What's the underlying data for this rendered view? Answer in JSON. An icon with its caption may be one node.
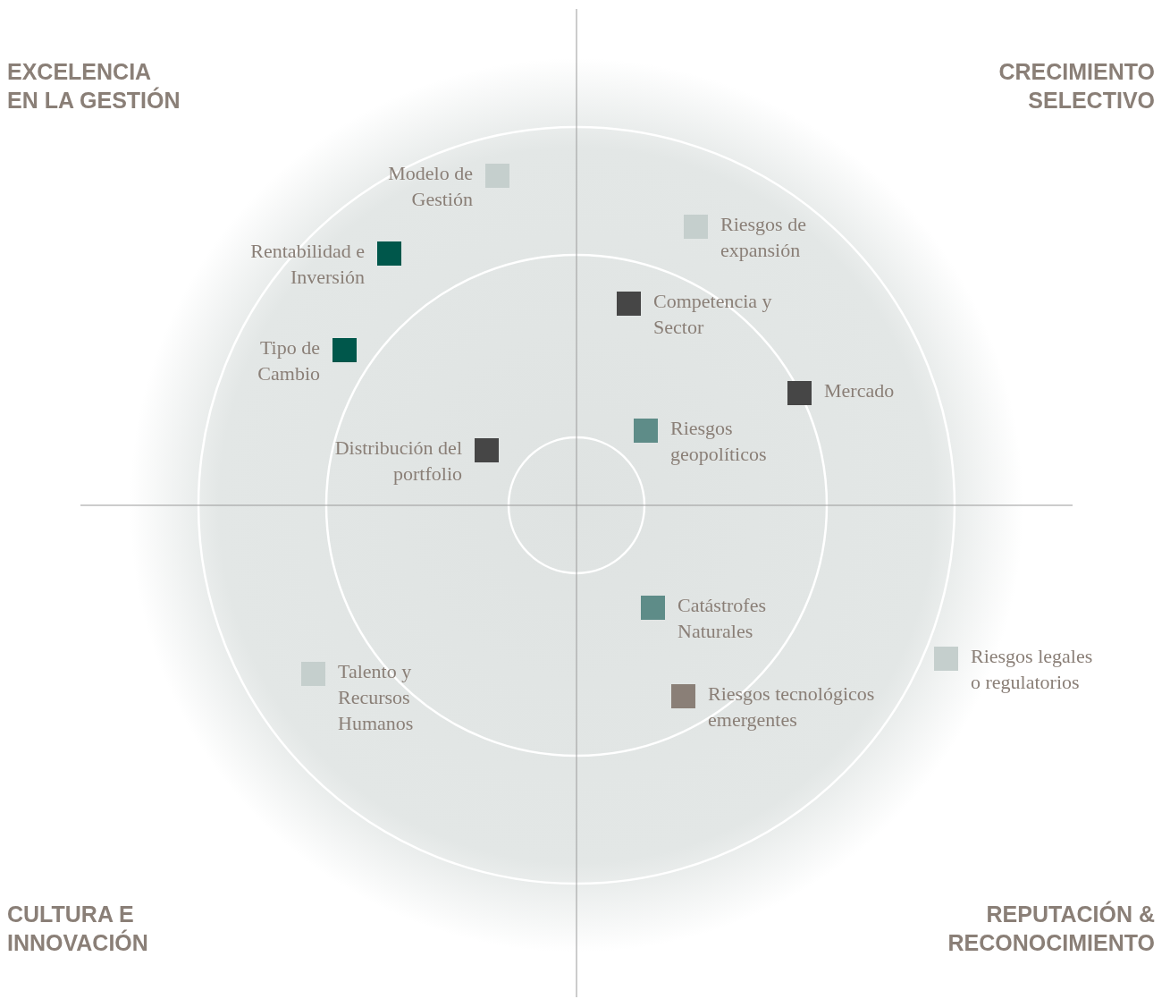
{
  "diagram": {
    "nodes": [
      {
        "text": [],
        "shape": "box",
        "beside": [
          "Modelo de Gestión"
        ]
      },
      {
        "text": [],
        "shape": "box",
        "beside": [
          "Riesgos de expansión"
        ]
      },
      {
        "text": [],
        "shape": "box",
        "beside": [
          "Rentabilidad e Inversión"
        ]
      },
      {
        "text": [],
        "shape": "box",
        "beside": [
          "Competencia y Sector"
        ]
      },
      {
        "text": [],
        "shape": "box",
        "beside": [
          "Tipo de Cambio"
        ]
      },
      {
        "text": [],
        "shape": "box",
        "beside": [
          "Mercado"
        ]
      },
      {
        "text": [],
        "shape": "box",
        "beside": [
          "Riesgos geopolíticos"
        ]
      },
      {
        "text": [],
        "shape": "box",
        "beside": [
          "Distribución del portfolio"
        ]
      },
      {
        "text": [],
        "shape": "box",
        "beside": [
          "Catástrofes Naturales"
        ]
      },
      {
        "text": [],
        "shape": "box",
        "beside": [
          "Riesgos legales o regulatorios"
        ]
      },
      {
        "text": [],
        "shape": "box",
        "beside": [
          "Talento y Recursos Humanos"
        ]
      },
      {
        "text": [],
        "shape": "box",
        "beside": [
          "Riesgos tecnológicos emergentes"
        ]
      }
    ],
    "edges": [],
    "labels": [
      "EXCELENCIA EN LA GESTIÓN",
      "CRECIMIENTO SELECTIVO",
      "CULTURA E INNOVACIÓN",
      "REPUTACIÓN & RECONOCIMIENTO"
    ]
  }
}
